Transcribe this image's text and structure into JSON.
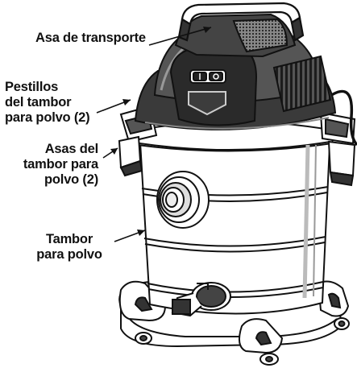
{
  "labels": {
    "carry_handle": [
      "Asa de transporte"
    ],
    "drum_latches": [
      "Pestillos",
      "del tambor",
      "para polvo (2)"
    ],
    "drum_handles": [
      "Asas del",
      "tambor para",
      "polvo (2)"
    ],
    "dust_drum": [
      "Tambor",
      "para polvo"
    ]
  },
  "colors": {
    "outline": "#111111",
    "body_fill": "#ffffff",
    "head_dark": "#2a2a2a",
    "head_mid": "#6e6e6e",
    "panel_light": "#d9d9d9"
  }
}
